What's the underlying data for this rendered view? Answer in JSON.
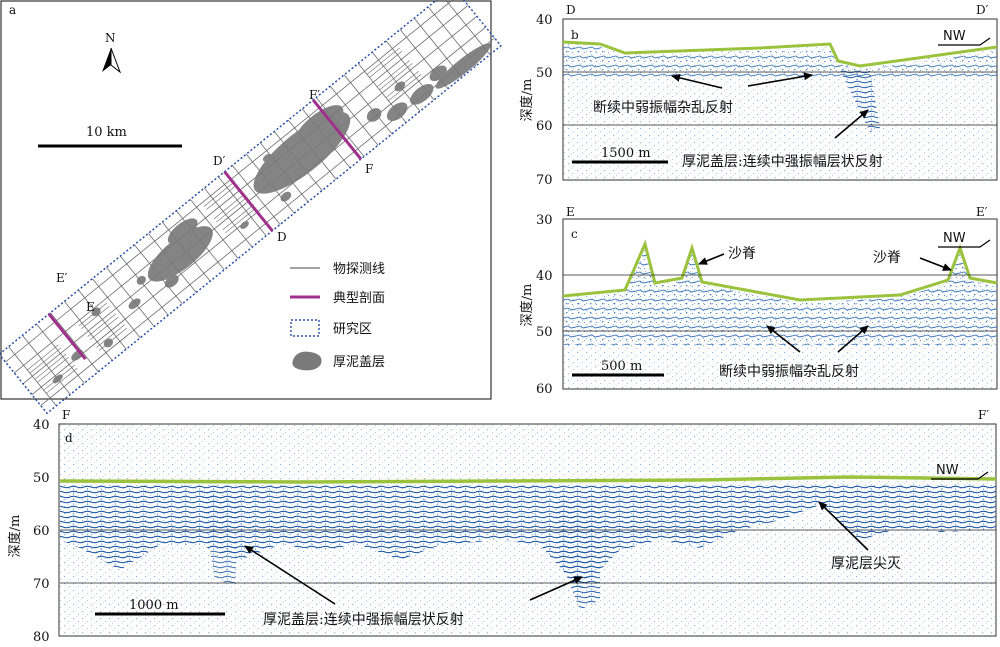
{
  "panel_a": {
    "letter": "a",
    "north": "N",
    "scale": "10 km",
    "labels": {
      "d": "D",
      "dp": "D′",
      "e": "E",
      "ep": "E′",
      "f": "F",
      "fp": "F′"
    },
    "legend": [
      {
        "key": "line",
        "label": "物探测线"
      },
      {
        "key": "profile",
        "label": "典型剖面"
      },
      {
        "key": "area",
        "label": "研究区"
      },
      {
        "key": "mud",
        "label": "厚泥盖层"
      }
    ]
  },
  "panel_b": {
    "letter": "b",
    "corner_left": "D",
    "corner_right": "D′",
    "ylabel": "深度/m",
    "yticks": [
      "40",
      "50",
      "60",
      "70"
    ],
    "direction": "NW",
    "scale": "1500 m",
    "annotations": [
      "断续中弱振幅杂乱反射",
      "厚泥盖层:连续中强振幅层状反射"
    ]
  },
  "panel_c": {
    "letter": "c",
    "corner_left": "E",
    "corner_right": "E′",
    "ylabel": "深度/m",
    "yticks": [
      "30",
      "40",
      "50",
      "60"
    ],
    "direction": "NW",
    "scale": "500 m",
    "annotations": [
      "沙脊",
      "沙脊",
      "断续中弱振幅杂乱反射"
    ]
  },
  "panel_d": {
    "letter": "d",
    "corner_left": "F",
    "corner_right": "F′",
    "ylabel": "深度/m",
    "yticks": [
      "40",
      "50",
      "60",
      "70",
      "80"
    ],
    "direction": "NW",
    "scale": "1000 m",
    "annotations": [
      "厚泥盖层:连续中强振幅层状反射",
      "厚泥层尖灭"
    ]
  },
  "colors": {
    "profile_line": "#a0308c",
    "study_area": "#2a4fa8",
    "mud": "#7a7a7a",
    "seafloor": "#9ac23c",
    "seismic": "#2f6fb4"
  }
}
